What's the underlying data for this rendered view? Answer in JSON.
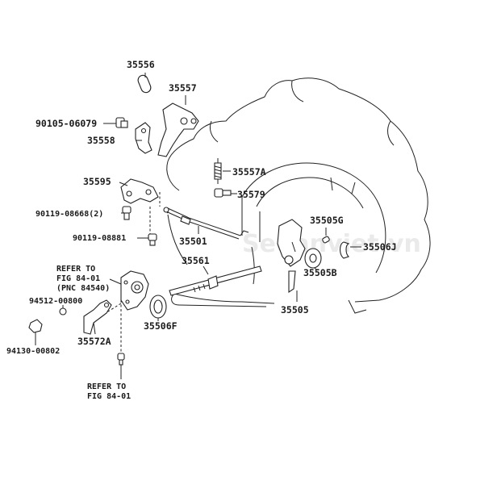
{
  "watermark": "Sedanviet.vn",
  "parts": {
    "p35556": "35556",
    "p35557": "35557",
    "p90105_06079": "90105-06079",
    "p35558": "35558",
    "p35557A": "35557A",
    "p35595": "35595",
    "p35579": "35579",
    "p90119_08668": "90119-08668(2)",
    "p90119_08881": "90119-08881",
    "p35501": "35501",
    "p35505G": "35505G",
    "p35506J": "35506J",
    "p35561": "35561",
    "p35505B": "35505B",
    "p94512_00800": "94512-00800",
    "p35505": "35505",
    "p35506F": "35506F",
    "p94130_00802": "94130-00802",
    "p35572A": "35572A"
  },
  "refer1": {
    "line1": "REFER TO",
    "line2": "FIG 84-01",
    "line3": "(PNC 84540)"
  },
  "refer2": {
    "line1": "REFER TO",
    "line2": "FIG 84-01"
  }
}
